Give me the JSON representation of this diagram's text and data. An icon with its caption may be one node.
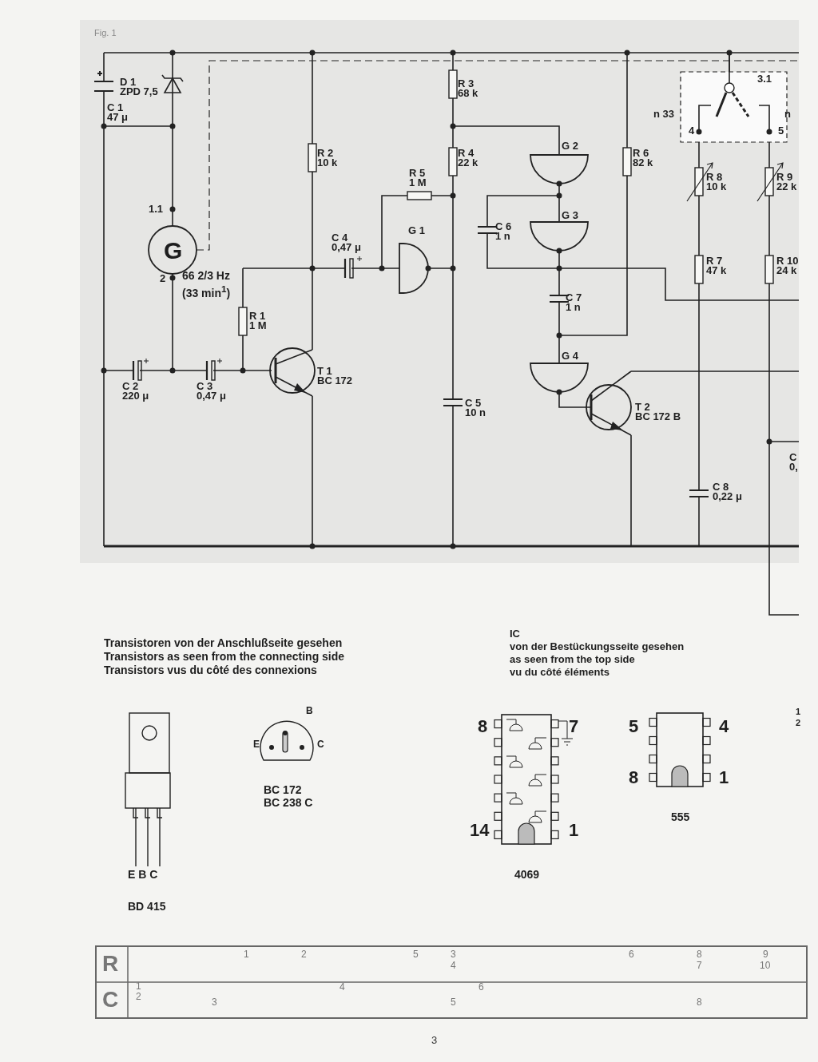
{
  "diagram": {
    "labels": [
      "Fig. 1",
      "D 1",
      "ZPD 7,5",
      "C 1",
      "47 μ",
      "R 3",
      "68 k",
      "3.1",
      "n 33",
      "n",
      "4",
      "5",
      "R 2",
      "10 k",
      "R 4",
      "22 k",
      "G 2",
      "R 6",
      "82 k",
      "R 5",
      "1 M",
      "R 8",
      "10 k",
      "R 9",
      "22 k",
      "1.1",
      "G 3",
      "C 6",
      "1 n",
      "G 1",
      "G",
      "C 4",
      "0,47 μ",
      "R 7",
      "47 k",
      "R 10",
      "24 k",
      "2",
      "66 2/3 Hz",
      "(33 min$^{1}$)",
      "C 7",
      "1 n",
      "R 1",
      "1 M",
      "G 4",
      "T 1",
      "BC 172",
      "C 2",
      "220 μ",
      "C 3",
      "0,47 μ",
      "C 5",
      "10 n",
      "T 2",
      "BC 172 B",
      "C",
      "0,",
      "C 8",
      "0,22 μ",
      "Transistoren von der Anschlußseite gesehen",
      "Transistors as seen from the connecting side",
      "Transistors vus du côté des connexions",
      "IC",
      "von der Bestückungsseite gesehen",
      "as seen from the top side",
      "vu du côté éléments",
      "B",
      "E",
      "C",
      "8",
      "7",
      "5",
      "4",
      "1",
      "2",
      "BC 172",
      "BC 238 C",
      "8",
      "1",
      "14",
      "1",
      "555",
      "E B C",
      "4069",
      "BD 415",
      "R",
      "1",
      "2",
      "5",
      "3",
      "4",
      "6",
      "8",
      "7",
      "9",
      "10",
      "C",
      "1",
      "2",
      "3",
      "4",
      "6",
      "5",
      "8",
      "3"
    ]
  }
}
